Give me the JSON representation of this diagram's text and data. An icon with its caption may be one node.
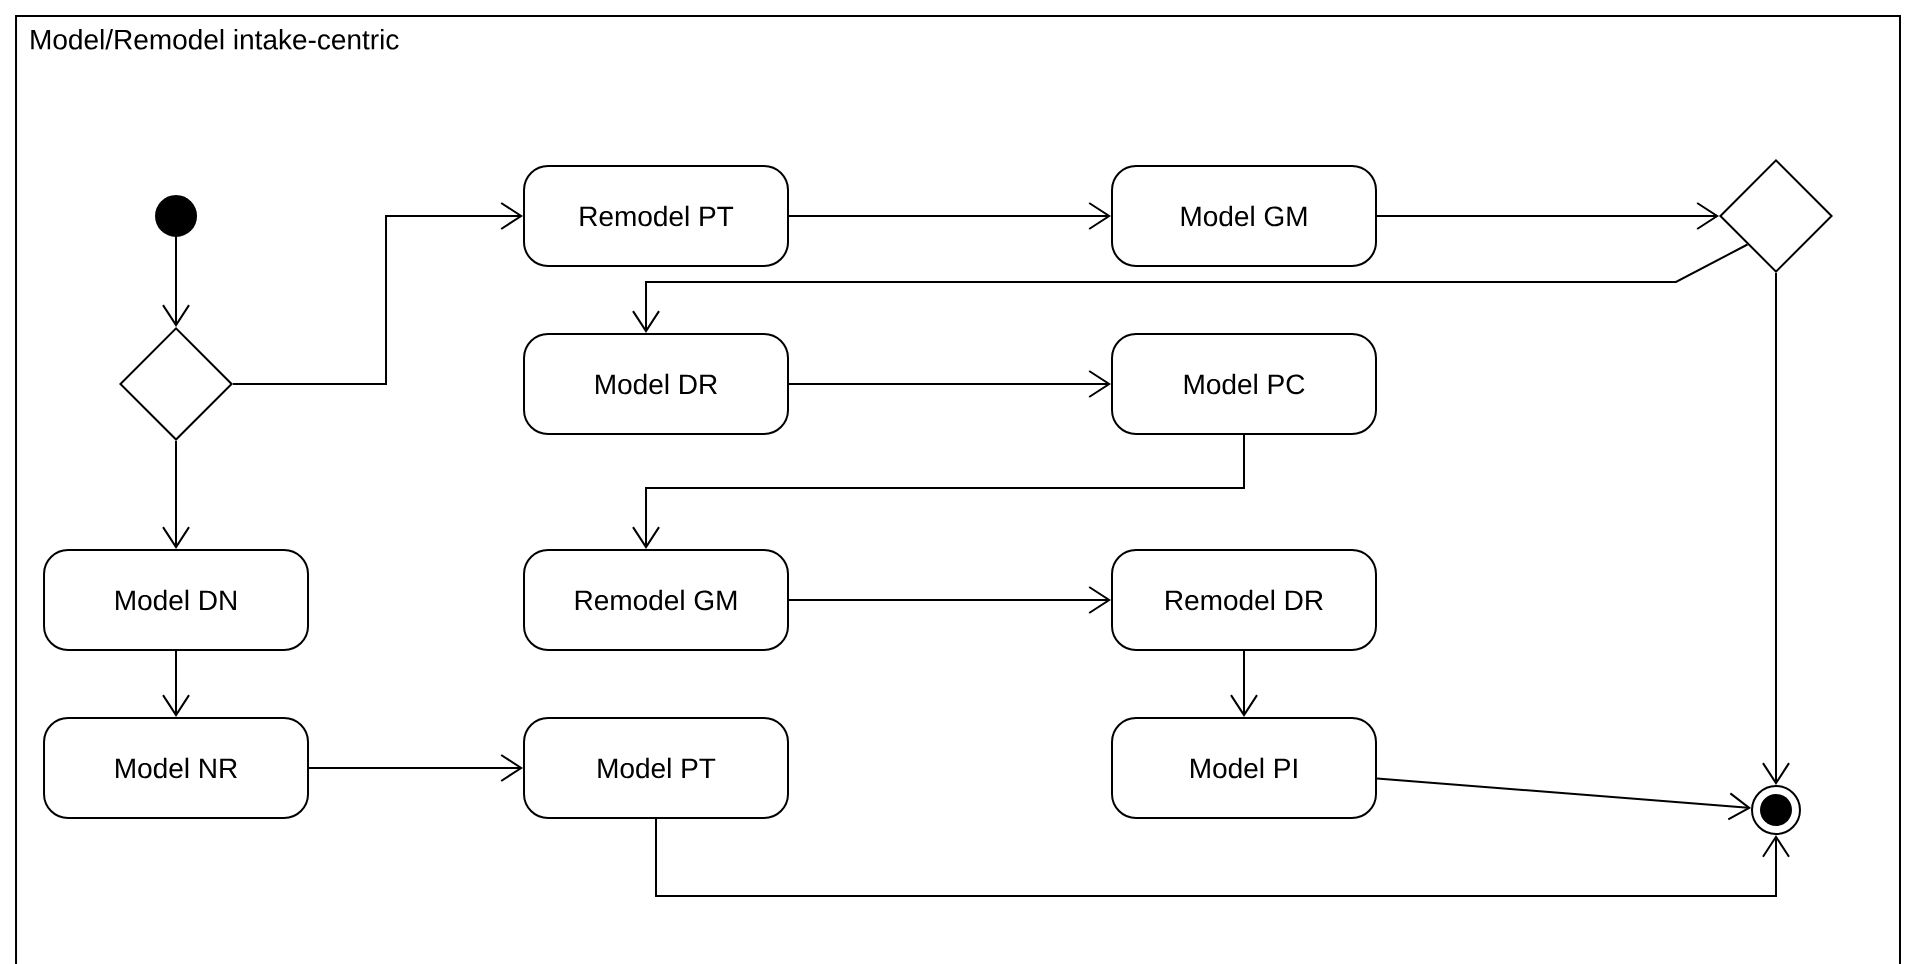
{
  "diagram": {
    "title": "Model/Remodel intake-centric",
    "nodes": [
      {
        "text": [],
        "shape": "circle"
      },
      {
        "text": [],
        "shape": "diamond"
      },
      {
        "text": [
          "Remodel PT"
        ]
      },
      {
        "text": [
          "Model GM"
        ]
      },
      {
        "text": [],
        "shape": "diamond"
      },
      {
        "text": [
          "Model DR"
        ]
      },
      {
        "text": [
          "Model PC"
        ]
      },
      {
        "text": [
          "Model DN"
        ]
      },
      {
        "text": [
          "Remodel GM"
        ]
      },
      {
        "text": [
          "Remodel DR"
        ]
      },
      {
        "text": [
          "Model NR"
        ]
      },
      {
        "text": [
          "Model PT"
        ]
      },
      {
        "text": [
          "Model PI"
        ]
      },
      {
        "text": [],
        "shape": "bullseye"
      }
    ],
    "edges": [
      {
        "from": 0,
        "to": 1,
        "arrow": "to"
      },
      {
        "from": 1,
        "to": 2,
        "arrow": "to"
      },
      {
        "from": 1,
        "to": 7,
        "arrow": "to"
      },
      {
        "from": 2,
        "to": 3,
        "arrow": "to"
      },
      {
        "from": 3,
        "to": 4,
        "arrow": "to"
      },
      {
        "from": 4,
        "to": 5,
        "arrow": "to"
      },
      {
        "from": 4,
        "to": 13,
        "arrow": "to"
      },
      {
        "from": 5,
        "to": 6,
        "arrow": "to"
      },
      {
        "from": 6,
        "to": 8,
        "arrow": "to"
      },
      {
        "from": 8,
        "to": 9,
        "arrow": "to"
      },
      {
        "from": 9,
        "to": 12,
        "arrow": "to"
      },
      {
        "from": 7,
        "to": 10,
        "arrow": "to"
      },
      {
        "from": 10,
        "to": 11,
        "arrow": "to"
      },
      {
        "from": 11,
        "to": 13,
        "arrow": "to"
      },
      {
        "from": 12,
        "to": 13,
        "arrow": "to"
      }
    ]
  }
}
